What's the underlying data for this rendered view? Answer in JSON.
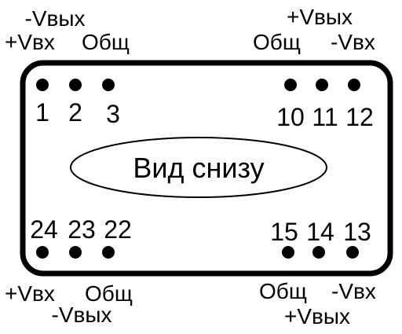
{
  "diagram": {
    "center_label": "Вид снизу",
    "top_left": {
      "line1": "-Vвых",
      "line2a": "+Vвх",
      "line2b": "Общ"
    },
    "top_right": {
      "line1": "+Vвых",
      "line2a": "Общ",
      "line2b": "-Vвх"
    },
    "bottom_left": {
      "line1a": "+Vвх",
      "line1b": "Общ",
      "line2": "-Vвых"
    },
    "bottom_right": {
      "line1a": "Общ",
      "line1b": "-Vвх",
      "line2": "+Vвых"
    },
    "pins": {
      "p1": "1",
      "p2": "2",
      "p3": "3",
      "p10": "10",
      "p11": "11",
      "p12": "12",
      "p13": "13",
      "p14": "14",
      "p15": "15",
      "p22": "22",
      "p23": "23",
      "p24": "24"
    }
  }
}
